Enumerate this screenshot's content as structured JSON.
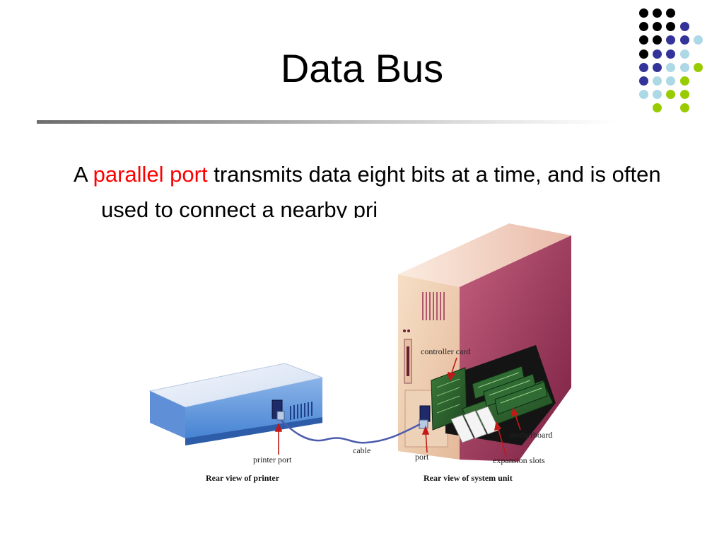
{
  "slide": {
    "title": "Data Bus",
    "body_prefix": "A",
    "body_highlight": "parallel port",
    "body_rest": "transmits data eight bits at a time, and is often used to connect a nearby pri",
    "highlight_color": "#ff0000"
  },
  "decoration": {
    "dot_colors": [
      "#000000",
      "#333399",
      "#add8e6",
      "#99cc00"
    ]
  },
  "figure": {
    "labels": {
      "controller_card": "controller card",
      "motherboard": "motherboard",
      "expansion_slots": "expansion slots",
      "printer_port": "printer port",
      "cable": "cable",
      "port": "port",
      "rear_printer": "Rear view of printer",
      "rear_system": "Rear view of system unit"
    }
  }
}
